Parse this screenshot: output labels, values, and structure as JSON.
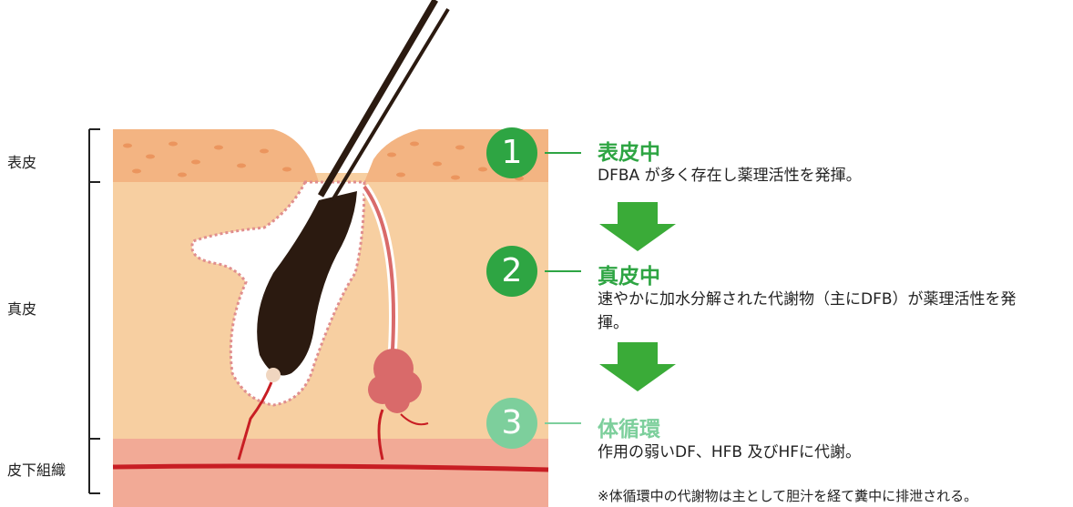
{
  "layers": {
    "epidermis": "表皮",
    "dermis": "真皮",
    "subcutis": "皮下組織"
  },
  "steps": [
    {
      "number": "1",
      "title": "表皮中",
      "description": "DFBA が多く存在し薬理活性を発揮。"
    },
    {
      "number": "2",
      "title": "真皮中",
      "description": "速やかに加水分解された代謝物（主にDFB）が薬理活性を発揮。"
    },
    {
      "number": "3",
      "title": "体循環",
      "description": "作用の弱いDF、HFB 及びHFに代謝。"
    }
  ],
  "footnote": "※体循環中の代謝物は主として胆汁を経て糞中に排泄される。",
  "colors": {
    "accent_green": "#2ea543",
    "light_green": "#7dcf9c",
    "arrow_green": "#3aab38",
    "dermis": "#f7cfa1",
    "epidermis": "#f3b482",
    "subcutis": "#f2aa96",
    "vessel": "#c81e24",
    "hair": "#2b1a10"
  },
  "icons": [
    "hair-follicle-icon",
    "sweat-gland-icon",
    "blood-vessel-icon",
    "down-arrow-icon"
  ]
}
